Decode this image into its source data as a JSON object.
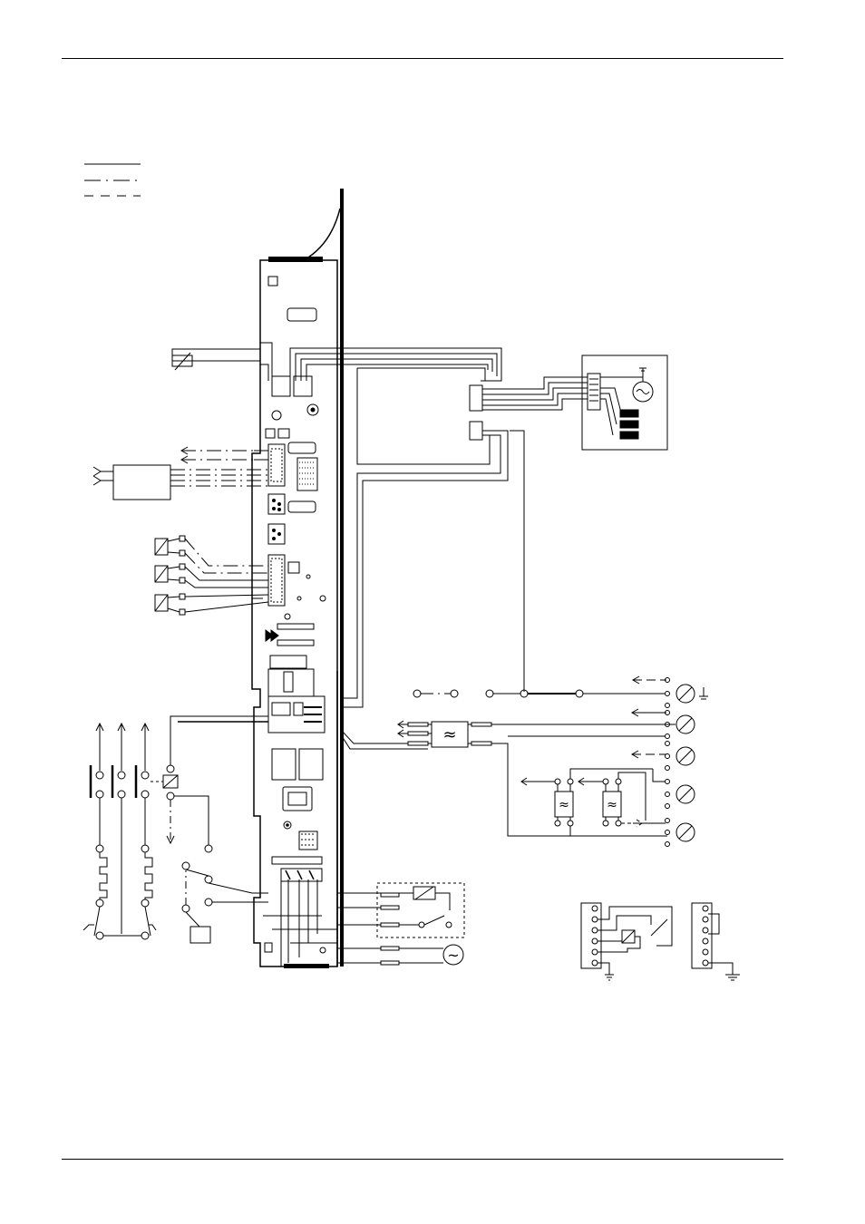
{
  "colors": {
    "ink": "#000000",
    "background": "#ffffff"
  },
  "legend": {
    "items": [
      {
        "style": "solid"
      },
      {
        "style": "dash-dot"
      },
      {
        "style": "dashed"
      }
    ]
  },
  "symbols": {
    "filter_glyph": "≈",
    "generator_glyph": "~",
    "motor_icon": "motor-circle-icon",
    "ground_icon": "ground-icon"
  }
}
